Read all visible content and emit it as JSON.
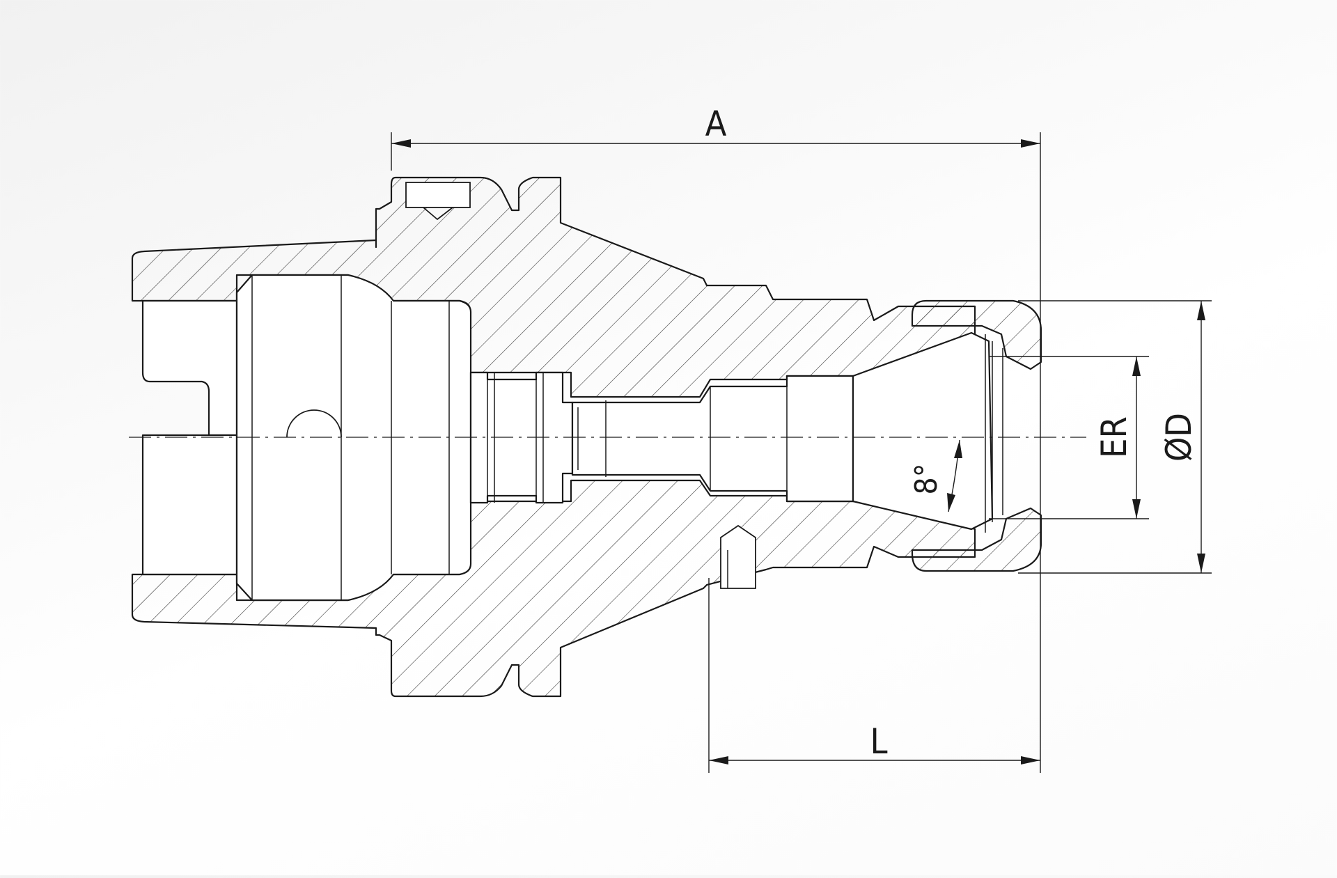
{
  "drawing": {
    "labels": {
      "overall_length": "A",
      "projection_length": "L",
      "collet_size": "ER",
      "nut_diameter": "ØD",
      "taper_angle": "8°"
    },
    "colors": {
      "outline": "#1a1a1a",
      "hatch": "#3a3a3a",
      "background": "#f4f4f4"
    }
  }
}
